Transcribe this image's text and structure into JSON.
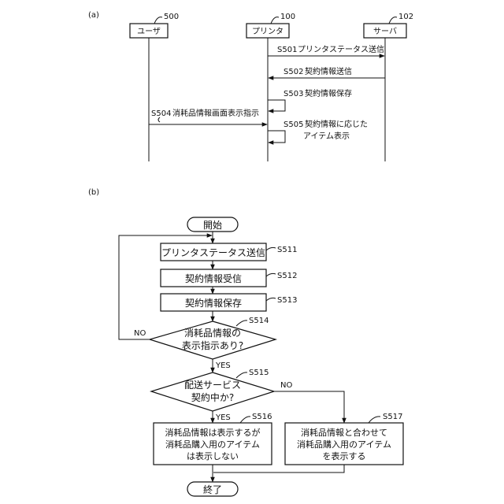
{
  "part_a": {
    "label": "(a)",
    "actors": [
      {
        "name": "ユーザ",
        "ref": "500"
      },
      {
        "name": "プリンタ",
        "ref": "100"
      },
      {
        "name": "サーバ",
        "ref": "102"
      }
    ],
    "messages": [
      {
        "step": "S501",
        "text": "プリンタステータス送信"
      },
      {
        "step": "S502",
        "text": "契約情報送信"
      },
      {
        "step": "S503",
        "text": "契約情報保存"
      },
      {
        "step": "S504",
        "text": "消耗品情報画面表示指示"
      },
      {
        "step": "S505",
        "text_line1": "契約情報に応じた",
        "text_line2": "アイテム表示"
      }
    ]
  },
  "part_b": {
    "label": "(b)",
    "start": "開始",
    "end": "終了",
    "steps": [
      {
        "id": "S511",
        "text": "プリンタステータス送信"
      },
      {
        "id": "S512",
        "text": "契約情報受信"
      },
      {
        "id": "S513",
        "text": "契約情報保存"
      }
    ],
    "decision1": {
      "id": "S514",
      "line1": "消耗品情報の",
      "line2": "表示指示あり?",
      "yes": "YES",
      "no": "NO"
    },
    "decision2": {
      "id": "S515",
      "line1": "配送サービス",
      "line2": "契約中か?",
      "yes": "YES",
      "no": "NO"
    },
    "process_yes": {
      "id": "S516",
      "line1": "消耗品情報は表示するが",
      "line2": "消耗品購入用のアイテム",
      "line3": "は表示しない"
    },
    "process_no": {
      "id": "S517",
      "line1": "消耗品情報と合わせて",
      "line2": "消耗品購入用のアイテム",
      "line3": "を表示する"
    }
  }
}
